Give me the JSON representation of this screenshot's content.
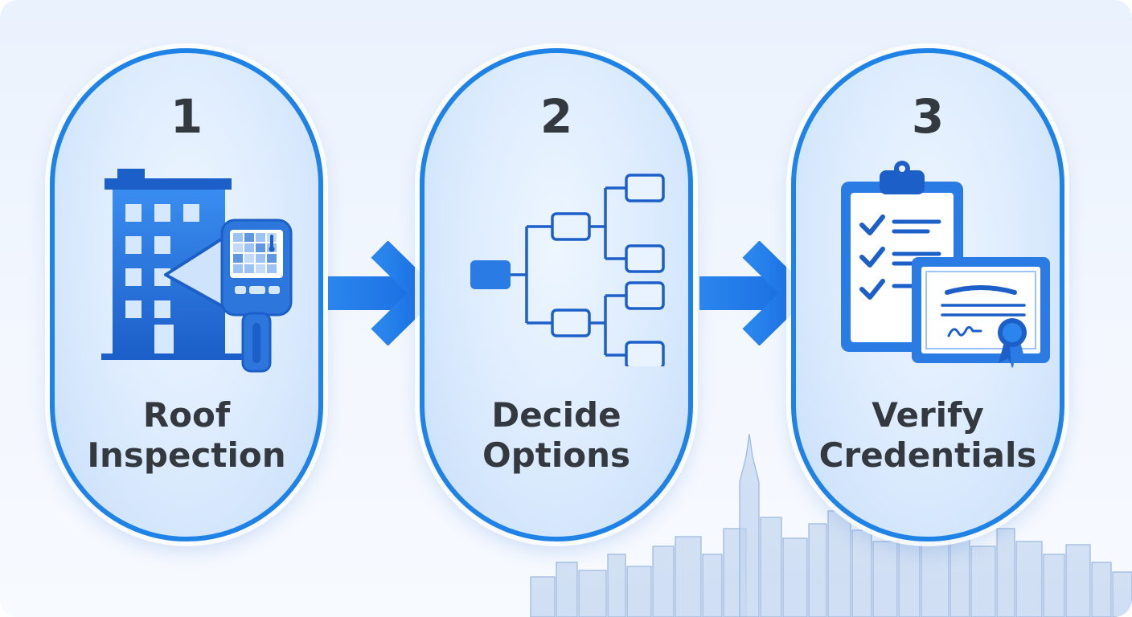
{
  "steps": [
    {
      "number": "1",
      "title_line1": "Roof",
      "title_line2": "Inspection",
      "icon": "building-thermal-camera-icon"
    },
    {
      "number": "2",
      "title_line1": "Decide",
      "title_line2": "Options",
      "icon": "decision-tree-icon"
    },
    {
      "number": "3",
      "title_line1": "Verify",
      "title_line2": "Credentials",
      "icon": "clipboard-certificate-icon"
    }
  ],
  "colors": {
    "accent": "#1f82e6",
    "icon_dark": "#1c5fc8",
    "icon_light": "#3a8df0",
    "text": "#33393f"
  }
}
